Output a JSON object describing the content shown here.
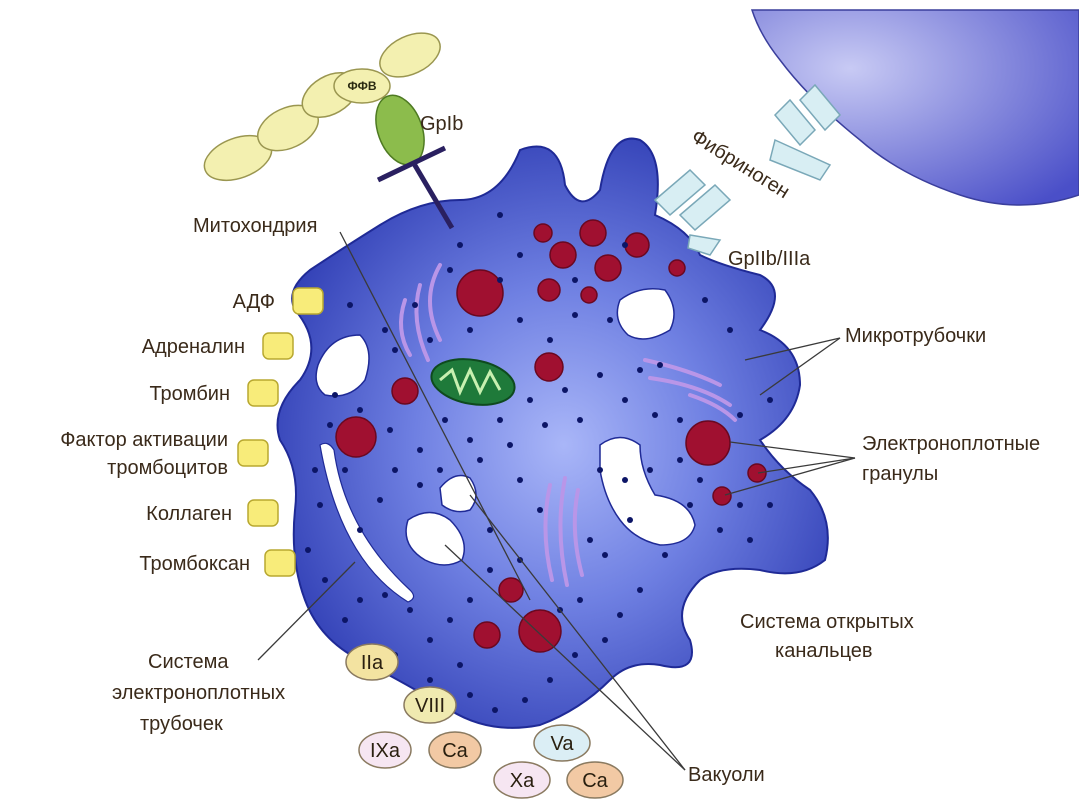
{
  "labels": {
    "vwf": "ФФВ",
    "gpib": "GpIb",
    "fibrinogen": "Фибриноген",
    "gpiib_iiia": "GpIIb/IIIa",
    "mitochondria": "Митохондрия",
    "microtubules": "Микротрубочки",
    "dense_granules_line1": "Электроноплотные",
    "dense_granules_line2": "гранулы",
    "open_canal_line1": "Система открытых",
    "open_canal_line2": "канальцев",
    "vacuoles": "Вакуоли",
    "dense_tubular_line1": "Система",
    "dense_tubular_line2": "электроноплотных",
    "dense_tubular_line3": "трубочек"
  },
  "receptors": [
    {
      "label": "АДФ"
    },
    {
      "label": "Адреналин"
    },
    {
      "label": "Тромбин"
    },
    {
      "label": "Фактор активации",
      "label2": "тромбоцитов"
    },
    {
      "label": "Коллаген"
    },
    {
      "label": "Тромбоксан"
    }
  ],
  "coagulation_factors": [
    {
      "label": "IIa",
      "color": "#f3e3a1"
    },
    {
      "label": "VIII",
      "color": "#f0eab0"
    },
    {
      "label": "IXa",
      "color": "#f6e6f2"
    },
    {
      "label": "Ca",
      "color": "#f2c9a4"
    },
    {
      "label": "Va",
      "color": "#dbeef5"
    },
    {
      "label": "Xa",
      "color": "#f6e6f2"
    },
    {
      "label": "Ca",
      "color": "#f2c9a4"
    }
  ],
  "colors": {
    "cell": "#2e3fb0",
    "cell_core": "#8fa0f0",
    "granule": "#a01030",
    "mitochondria": "#1f7a3a",
    "microtubule": "#b996e8",
    "receptor": "#f8ec7a",
    "vwf_domain": "#f3f0b0",
    "gpib": "#8cbc4c",
    "endothelium": "#4a4fc8"
  }
}
